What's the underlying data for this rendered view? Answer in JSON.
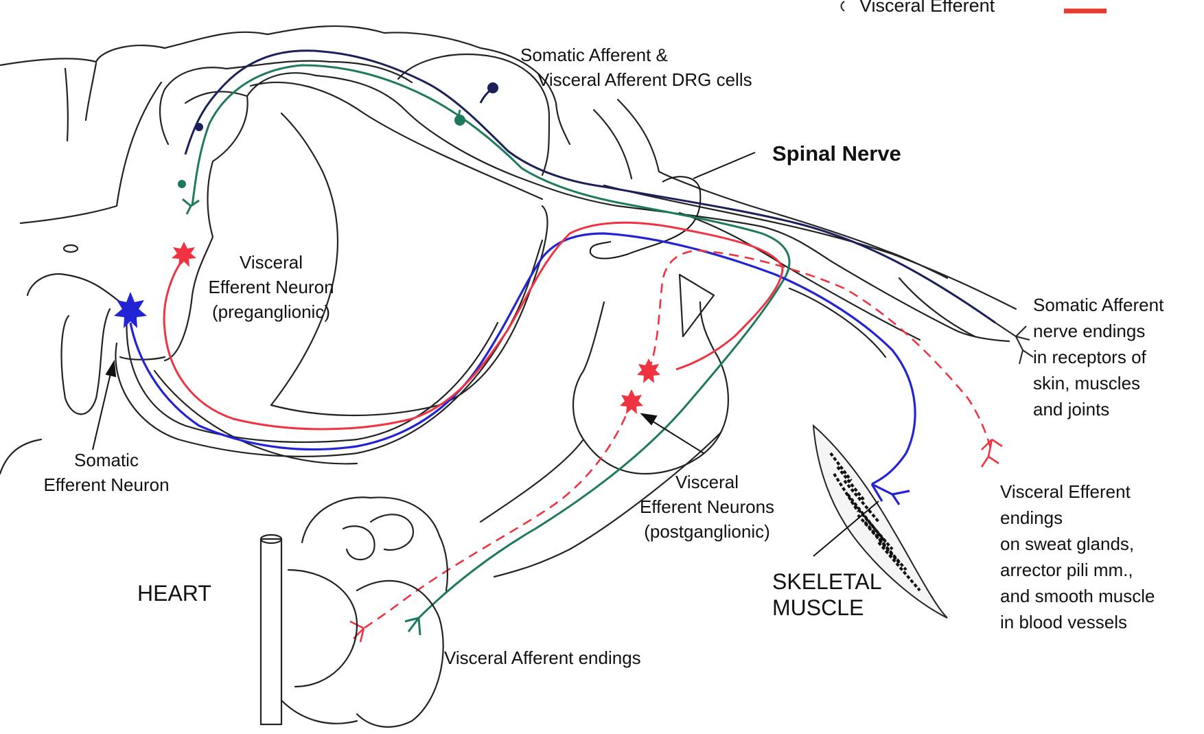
{
  "colors": {
    "outline": "#222222",
    "somatic_afferent": "#1b1f5a",
    "visceral_afferent": "#1e7a5e",
    "somatic_efferent": "#2323d6",
    "visceral_efferent": "#ef3340",
    "legend_visceral_efferent": "#e8392e"
  },
  "legend": {
    "visceral_efferent_label": "Visceral Efferent"
  },
  "labels": {
    "drg_line1": "Somatic Afferent &",
    "drg_line2": "Visceral Afferent DRG cells",
    "spinal_nerve": "Spinal Nerve",
    "preganglionic_line1": "Visceral",
    "preganglionic_line2": "Efferent Neuron",
    "preganglionic_line3": "(preganglionic)",
    "somatic_efferent_line1": "Somatic",
    "somatic_efferent_line2": "Efferent Neuron",
    "postganglionic_line1": "Visceral",
    "postganglionic_line2": "Efferent Neurons",
    "postganglionic_line3": "(postganglionic)",
    "somatic_afferent_endings": [
      "Somatic Afferent",
      "nerve endings",
      "in receptors of",
      "skin, muscles",
      "and joints"
    ],
    "visceral_efferent_endings": [
      "Visceral Efferent",
      "endings",
      "on sweat glands,",
      "arrector pili mm.,",
      "and smooth muscle",
      "in blood vessels"
    ],
    "heart": "HEART",
    "skeletal_muscle_line1": "SKELETAL",
    "skeletal_muscle_line2": "MUSCLE",
    "visceral_afferent_endings": "Visceral Afferent endings"
  }
}
